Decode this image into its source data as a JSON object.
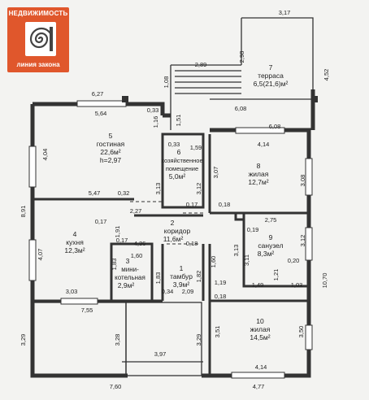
{
  "logo": {
    "line1": "НЕДВИЖИМОСТЬ",
    "line2": "линия закона"
  },
  "rooms": [
    {
      "num": "1",
      "name": "тамбур",
      "area": "3,9м²"
    },
    {
      "num": "2",
      "name": "коридор",
      "area": "11,6м²"
    },
    {
      "num": "3",
      "name": "мини-\nкотельная",
      "area": "2,9м²"
    },
    {
      "num": "4",
      "name": "кухня",
      "area": "12,3м²"
    },
    {
      "num": "5",
      "name": "гостиная",
      "area": "22,6м²",
      "extra": "h=2,97"
    },
    {
      "num": "6",
      "name": "хозяйственное\nпомещение",
      "area": "5,0м²"
    },
    {
      "num": "7",
      "name": "терраса",
      "area": "6,5(21,6)м²"
    },
    {
      "num": "8",
      "name": "жилая",
      "area": "12,7м²"
    },
    {
      "num": "9",
      "name": "санузел",
      "area": "8,3м²"
    },
    {
      "num": "10",
      "name": "жилая",
      "area": "14,5м²"
    }
  ],
  "dims": [
    "3,17",
    "2,98",
    "4,52",
    "2,89",
    "1,08",
    "6,27",
    "5,64",
    "0,33",
    "1,16",
    "1,51",
    "6,08",
    "6,08",
    "4,14",
    "0,33",
    "1,59",
    "4,04",
    "3,07",
    "3,13",
    "3,12",
    "3,08",
    "8,91",
    "5,47",
    "0,32",
    "2,27",
    "0,17",
    "0,18",
    "0,17",
    "1,91",
    "2,75",
    "0,19",
    "3,12",
    "4,07",
    "0,17",
    "4,36",
    "0,18",
    "1,60",
    "1,83",
    "1,83",
    "1,60",
    "3,13",
    "3,11",
    "0,20",
    "1,21",
    "1,49",
    "1,03",
    "10,70",
    "1,82",
    "1,19",
    "0,18",
    "3,03",
    "0,34",
    "2,09",
    "7,55",
    "3,29",
    "3,28",
    "3,29",
    "3,51",
    "3,50",
    "3,97",
    "4,14",
    "7,60",
    "4,77"
  ]
}
